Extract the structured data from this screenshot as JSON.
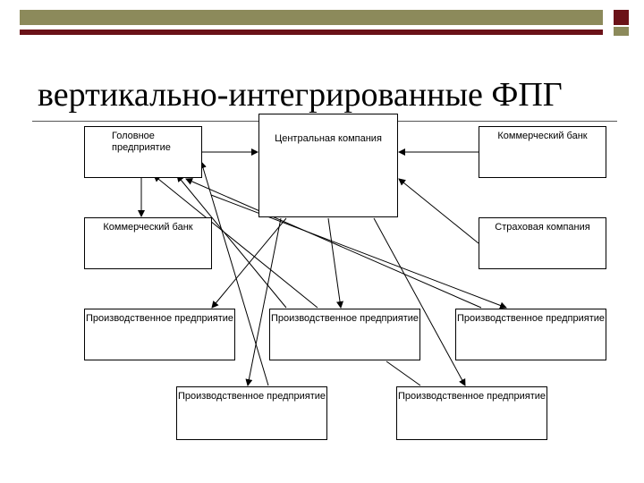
{
  "title": "вертикально-интегрированные ФПГ",
  "colors": {
    "accent_dark": "#6b1218",
    "accent_olive": "#8c8a5b"
  },
  "nodes": {
    "central": "Центральная компания",
    "head": "Головное предприятие",
    "bank_top": "Коммерческий банк",
    "bank_left": "Коммерческий банк",
    "insurance": "Страховая компания",
    "prod_1": "Производственное предприятие",
    "prod_2": "Производственное предприятие",
    "prod_3": "Производственное предприятие",
    "prod_4": "Производственное предприятие",
    "prod_5": "Производственное предприятие"
  }
}
